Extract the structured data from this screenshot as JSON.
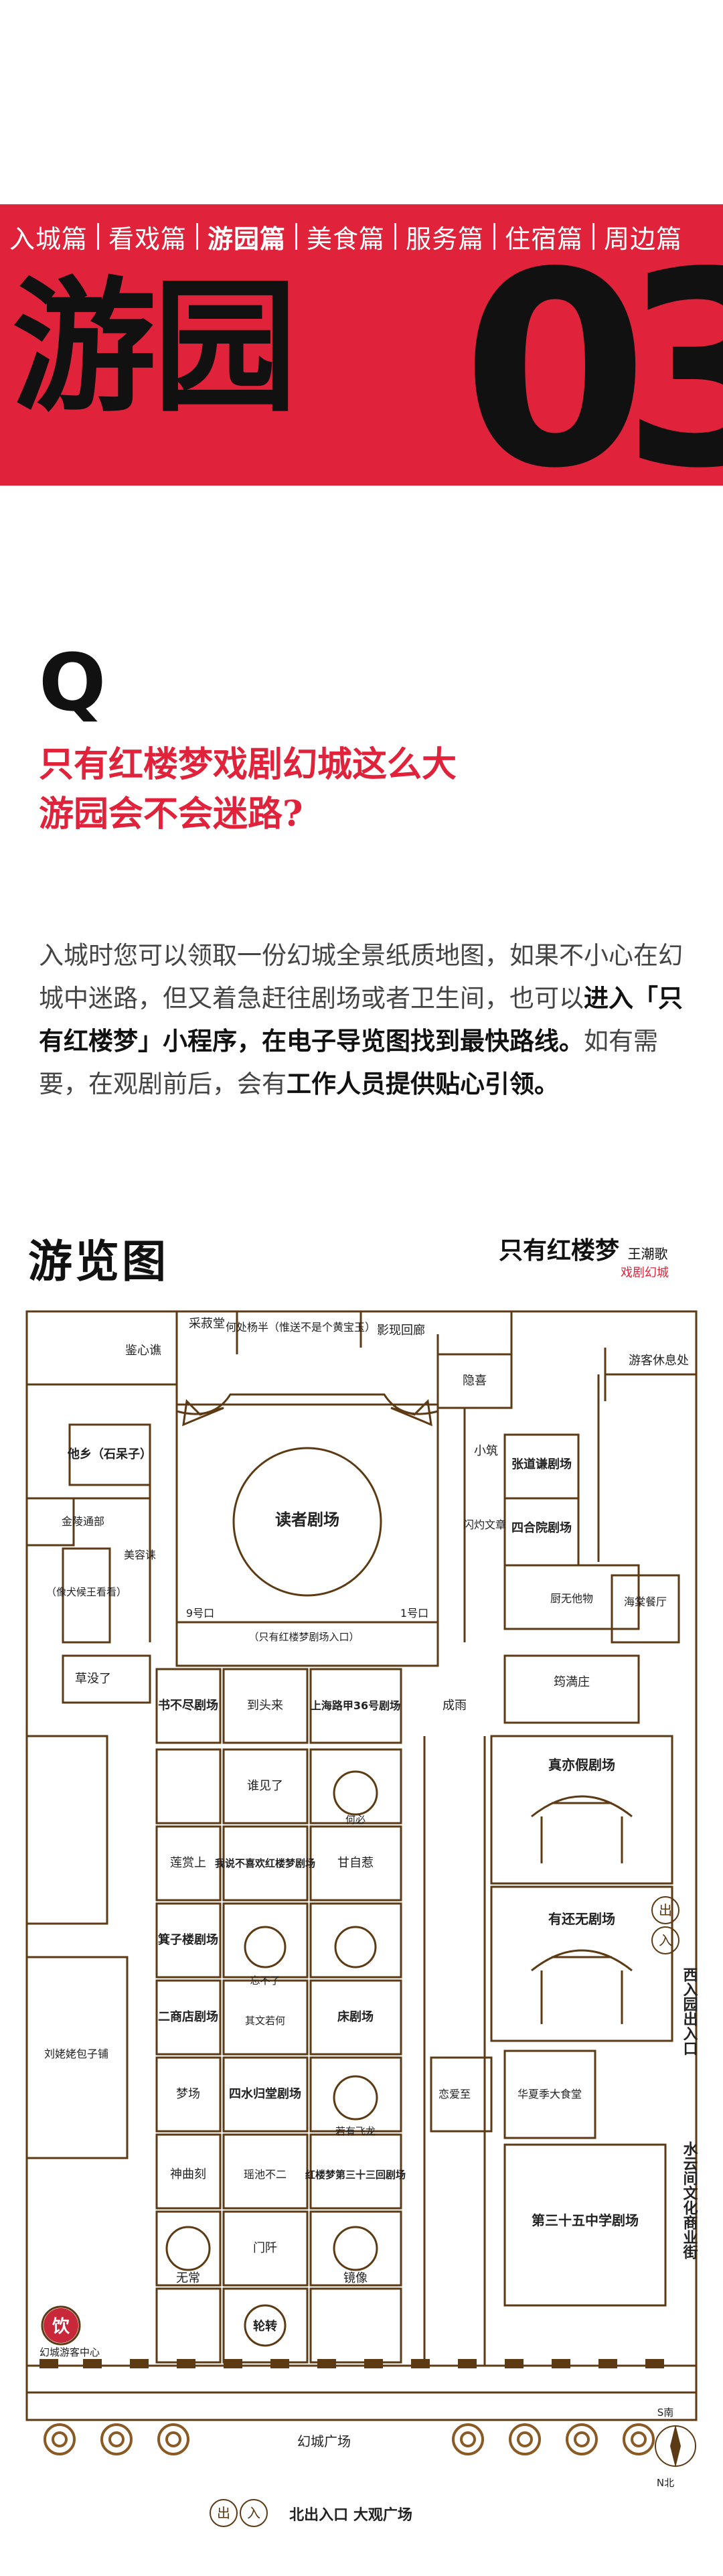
{
  "nav": {
    "tabs": [
      {
        "label": "入城篇",
        "active": false
      },
      {
        "label": "看戏篇",
        "active": false
      },
      {
        "label": "游园篇",
        "active": true
      },
      {
        "label": "美食篇",
        "active": false
      },
      {
        "label": "服务篇",
        "active": false
      },
      {
        "label": "住宿篇",
        "active": false
      },
      {
        "label": "周边篇",
        "active": false
      }
    ]
  },
  "hero": {
    "title": "游园",
    "number": "03",
    "accent_color": "#e0233a"
  },
  "qa": {
    "q_mark": "Q",
    "question_line1": "只有红楼梦戏剧幻城这么大",
    "question_line2": "游园会不会迷路?",
    "answer_plain1": "入城时您可以领取一份幻城全景纸质地图，如果不小心在幻城中迷路，但又着急赶往剧场或者卫生间，也可以",
    "answer_bold1": "进入「只有红楼梦」小程序，在电子导览图找到最快路线。",
    "answer_plain2": "如有需要，在观剧前后，会有",
    "answer_bold2": "工作人员提供贴心引领。"
  },
  "map": {
    "title": "游览图",
    "brand_main": "只有红楼梦",
    "brand_side": "王潮歌",
    "brand_sub": "戏剧幻城",
    "labels": {
      "jianyu": "鉴心谯",
      "caishu": "采菽堂",
      "hexu": "何处杨半（惟送不是个黄宝玉）",
      "yingxiang": "影现回廊",
      "yinan": "隐喜",
      "youke": "游客休息处",
      "tadu": "他乡（石呆子）",
      "luzhe": "读者剧场",
      "kou9": "9号口",
      "kou1": "1号口",
      "hongmeng_entry": "（只有红楼梦剧场入口）",
      "xiaozhu": "小筑",
      "zhangdao": "张道谦剧场",
      "siren": "四合院剧场",
      "renmian": "闪灼文章",
      "jinyi": "金陵通部",
      "meirong": "美容诔",
      "wancheng": "（像犬候王看看）",
      "cao": "草没了",
      "shujin": "书不尽剧场",
      "daotou": "到头来",
      "shanghai": "上海路甲36号剧场",
      "chengyu": "成雨",
      "xiaoyao": "厨无他物",
      "haitang": "海棠餐厅",
      "xiao": "筠満庄",
      "guibai": "谁见了",
      "hebi": "何必",
      "zhenjia": "真亦假剧场",
      "liyu": "莲赏上",
      "woshuo": "我说不喜欢红楼梦剧场",
      "xiaozhu2": "甘自惹",
      "youhuan": "有还无剧场",
      "qinzi": "箕子楼剧场",
      "wangbu": "忘不了",
      "shangjie": "二商店剧场",
      "qitayi": "其文若何",
      "chuang": "床剧场",
      "liulao": "刘姥姥包子铺",
      "mengchang": "梦场",
      "sishui": "四水归堂剧场",
      "xihui": "若有飞龙",
      "lianhua": "恋爱至",
      "dashizhuo": "华夏季大食堂",
      "shenhua": "神曲刻",
      "fengchi": "瑶池不二",
      "hongloumeng33": "红楼梦第三十三回剧场",
      "di35": "第三十五中学剧场",
      "wuchang": "无常",
      "menwai": "门阡",
      "jingxiang": "镜像",
      "lunzhuan": "轮转",
      "huancheng_visitor": "幻城游客中心",
      "huancheng_square": "幻城广场",
      "west_exit": "西入园出入口",
      "shuiyun": "水云间文化商业街",
      "north_entry": "北出入口  大观广场",
      "south": "S南",
      "north": "N北",
      "drink": "饮",
      "exit1": "出",
      "entry1": "入"
    }
  }
}
